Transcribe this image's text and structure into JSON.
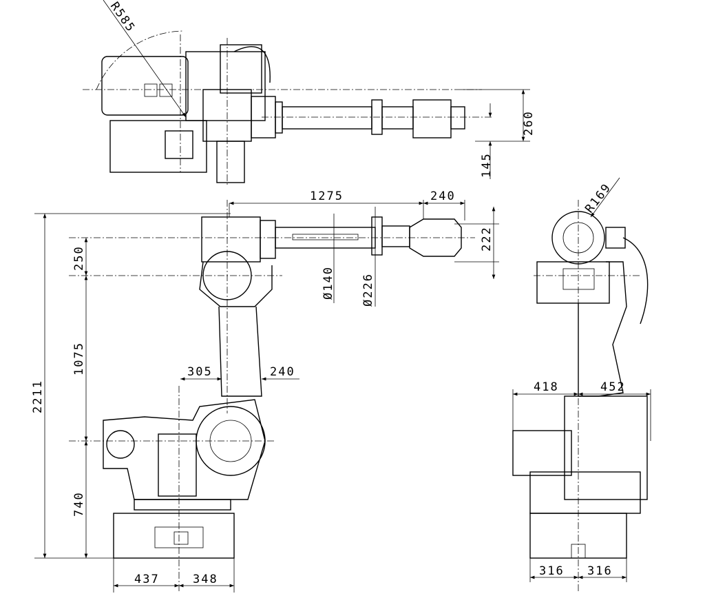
{
  "drawing": {
    "title": "Robot arm dimensional drawing",
    "views": [
      "top-view",
      "side-view",
      "rear-view"
    ],
    "stroke_color": "#000000",
    "background_color": "#ffffff"
  },
  "top_view": {
    "radius": "R585",
    "wrist_height": "260",
    "offset": "145"
  },
  "side_view": {
    "reach": "1275",
    "wrist_length": "240",
    "wrist_height": "222",
    "upper_offset": "250",
    "arm_diameter": "Ø140",
    "flange_diameter": "Ø226",
    "lower_arm": "1075",
    "total_height": "2211",
    "arm_offset_left": "305",
    "arm_offset_right": "240",
    "base_height": "740",
    "base_left": "437",
    "base_right": "348"
  },
  "rear_view": {
    "radius": "R169",
    "width_left": "418",
    "width_right": "452",
    "base_left": "316",
    "base_right": "316"
  }
}
